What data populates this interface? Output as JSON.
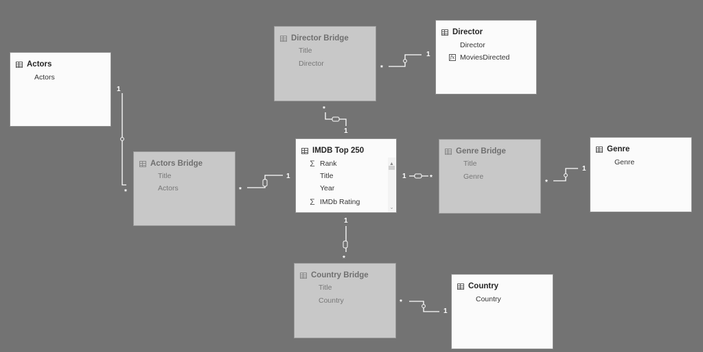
{
  "tables": {
    "actors": {
      "title": "Actors",
      "fields": [
        "Actors"
      ]
    },
    "actors_bridge": {
      "title": "Actors Bridge",
      "fields": [
        "Title",
        "Actors"
      ]
    },
    "director_bridge": {
      "title": "Director Bridge",
      "fields": [
        "Title",
        "Director"
      ]
    },
    "director": {
      "title": "Director",
      "fields": [
        "Director",
        "MoviesDirected"
      ]
    },
    "imdb": {
      "title": "IMDB Top 250",
      "fields": [
        "Rank",
        "Title",
        "Year",
        "IMDb Rating"
      ]
    },
    "genre_bridge": {
      "title": "Genre Bridge",
      "fields": [
        "Title",
        "Genre"
      ]
    },
    "genre": {
      "title": "Genre",
      "fields": [
        "Genre"
      ]
    },
    "country_bridge": {
      "title": "Country Bridge",
      "fields": [
        "Title",
        "Country"
      ]
    },
    "country": {
      "title": "Country",
      "fields": [
        "Country"
      ]
    }
  },
  "relationships": [
    {
      "name": "actors-to-actors-bridge",
      "from_card": "1",
      "to_card": "*"
    },
    {
      "name": "actors-bridge-to-imdb",
      "from_card": "*",
      "to_card": "1"
    },
    {
      "name": "director-bridge-to-director",
      "from_card": "*",
      "to_card": "1"
    },
    {
      "name": "director-bridge-to-imdb",
      "from_card": "*",
      "to_card": "1"
    },
    {
      "name": "imdb-to-genre-bridge",
      "from_card": "1",
      "to_card": "*"
    },
    {
      "name": "genre-bridge-to-genre",
      "from_card": "*",
      "to_card": "1"
    },
    {
      "name": "imdb-to-country-bridge",
      "from_card": "1",
      "to_card": "*"
    },
    {
      "name": "country-bridge-to-country",
      "from_card": "*",
      "to_card": "1"
    }
  ],
  "colors": {
    "canvas": "#737373",
    "active_table": "#fbfbfb",
    "bridge_table": "#c8c8c8",
    "line": "#ffffff"
  }
}
